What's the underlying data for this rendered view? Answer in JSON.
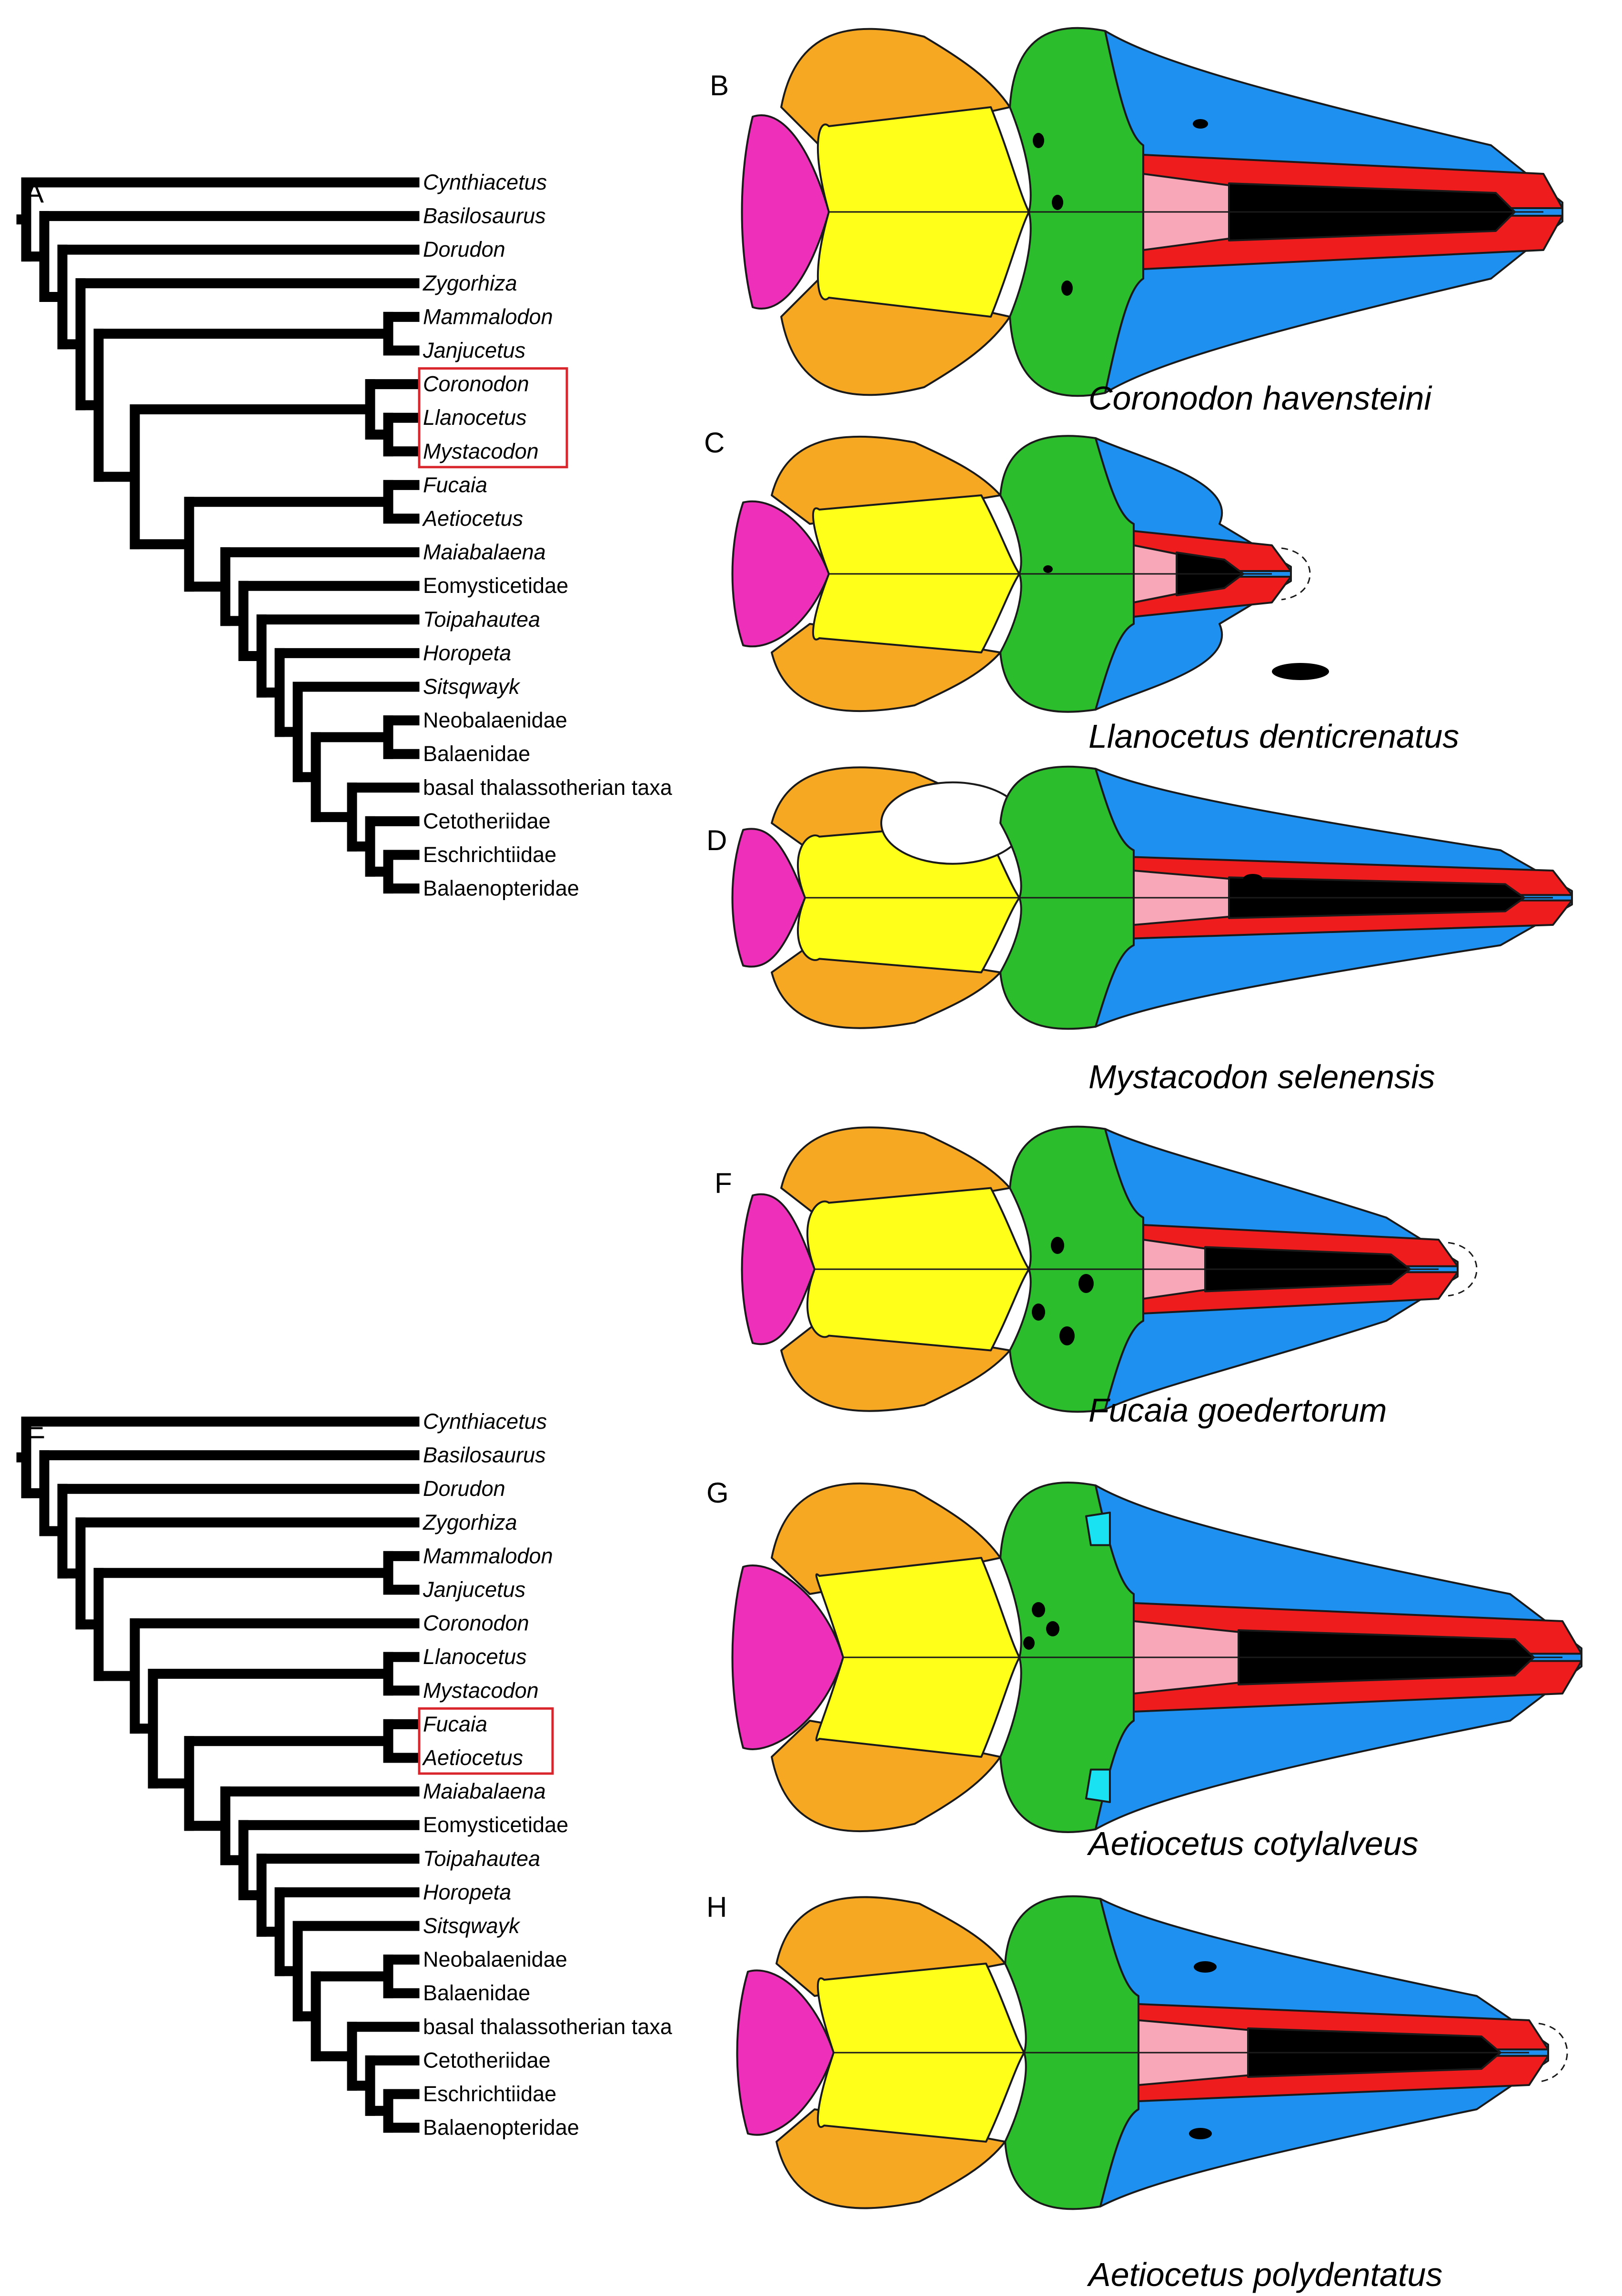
{
  "panels": {
    "A": "A",
    "B": "B",
    "C": "C",
    "D": "D",
    "E": "E",
    "F": "F",
    "G": "G",
    "H": "H"
  },
  "trees": [
    {
      "panel": "A",
      "highlighted": [
        "Coronodon",
        "Llanocetus",
        "Mystacodon"
      ],
      "taxa": [
        {
          "name": "Cynthiacetus",
          "italic": true
        },
        {
          "name": "Basilosaurus",
          "italic": true
        },
        {
          "name": "Dorudon",
          "italic": true
        },
        {
          "name": "Zygorhiza",
          "italic": true
        },
        {
          "name": "Mammalodon",
          "italic": true
        },
        {
          "name": "Janjucetus",
          "italic": true
        },
        {
          "name": "Coronodon",
          "italic": true
        },
        {
          "name": "Llanocetus",
          "italic": true
        },
        {
          "name": "Mystacodon",
          "italic": true
        },
        {
          "name": "Fucaia",
          "italic": true
        },
        {
          "name": "Aetiocetus",
          "italic": true
        },
        {
          "name": "Maiabalaena",
          "italic": true
        },
        {
          "name": "Eomysticetidae",
          "italic": false
        },
        {
          "name": "Toipahautea",
          "italic": true
        },
        {
          "name": "Horopeta",
          "italic": true
        },
        {
          "name": "Sitsqwayk",
          "italic": true
        },
        {
          "name": "Neobalaenidae",
          "italic": false
        },
        {
          "name": "Balaenidae",
          "italic": false
        },
        {
          "name": "basal thalassotherian taxa",
          "italic": false
        },
        {
          "name": "Cetotheriidae",
          "italic": false
        },
        {
          "name": "Eschrichtiidae",
          "italic": false
        },
        {
          "name": "Balaenopteridae",
          "italic": false
        }
      ]
    },
    {
      "panel": "E",
      "highlighted": [
        "Fucaia",
        "Aetiocetus"
      ],
      "taxa": [
        {
          "name": "Cynthiacetus",
          "italic": true
        },
        {
          "name": "Basilosaurus",
          "italic": true
        },
        {
          "name": "Dorudon",
          "italic": true
        },
        {
          "name": "Zygorhiza",
          "italic": true
        },
        {
          "name": "Mammalodon",
          "italic": true
        },
        {
          "name": "Janjucetus",
          "italic": true
        },
        {
          "name": "Coronodon",
          "italic": true
        },
        {
          "name": "Llanocetus",
          "italic": true
        },
        {
          "name": "Mystacodon",
          "italic": true
        },
        {
          "name": "Fucaia",
          "italic": true
        },
        {
          "name": "Aetiocetus",
          "italic": true
        },
        {
          "name": "Maiabalaena",
          "italic": true
        },
        {
          "name": "Eomysticetidae",
          "italic": false
        },
        {
          "name": "Toipahautea",
          "italic": true
        },
        {
          "name": "Horopeta",
          "italic": true
        },
        {
          "name": "Sitsqwayk",
          "italic": true
        },
        {
          "name": "Neobalaenidae",
          "italic": false
        },
        {
          "name": "Balaenidae",
          "italic": false
        },
        {
          "name": "basal thalassotherian taxa",
          "italic": false
        },
        {
          "name": "Cetotheriidae",
          "italic": false
        },
        {
          "name": "Eschrichtiidae",
          "italic": false
        },
        {
          "name": "Balaenopteridae",
          "italic": false
        }
      ]
    }
  ],
  "skulls": [
    {
      "panel": "B",
      "species": "Coronodon havensteini"
    },
    {
      "panel": "C",
      "species": "Llanocetus denticrenatus"
    },
    {
      "panel": "D",
      "species": "Mystacodon selenensis"
    },
    {
      "panel": "F",
      "species": "Fucaia goedertorum"
    },
    {
      "panel": "G",
      "species": "Aetiocetus cotylalveus"
    },
    {
      "panel": "H",
      "species": "Aetiocetus polydentatus"
    }
  ],
  "colors": {
    "orange": "#f7a823",
    "magenta": "#ee2fb9",
    "yellow": "#ffff1a",
    "green": "#2cbd2c",
    "blue": "#1e90f0",
    "red": "#ee1c1c",
    "pink": "#f7a7b8",
    "black": "#000000",
    "cyan": "#19e3f2",
    "highlight_box": "#d8262c"
  }
}
